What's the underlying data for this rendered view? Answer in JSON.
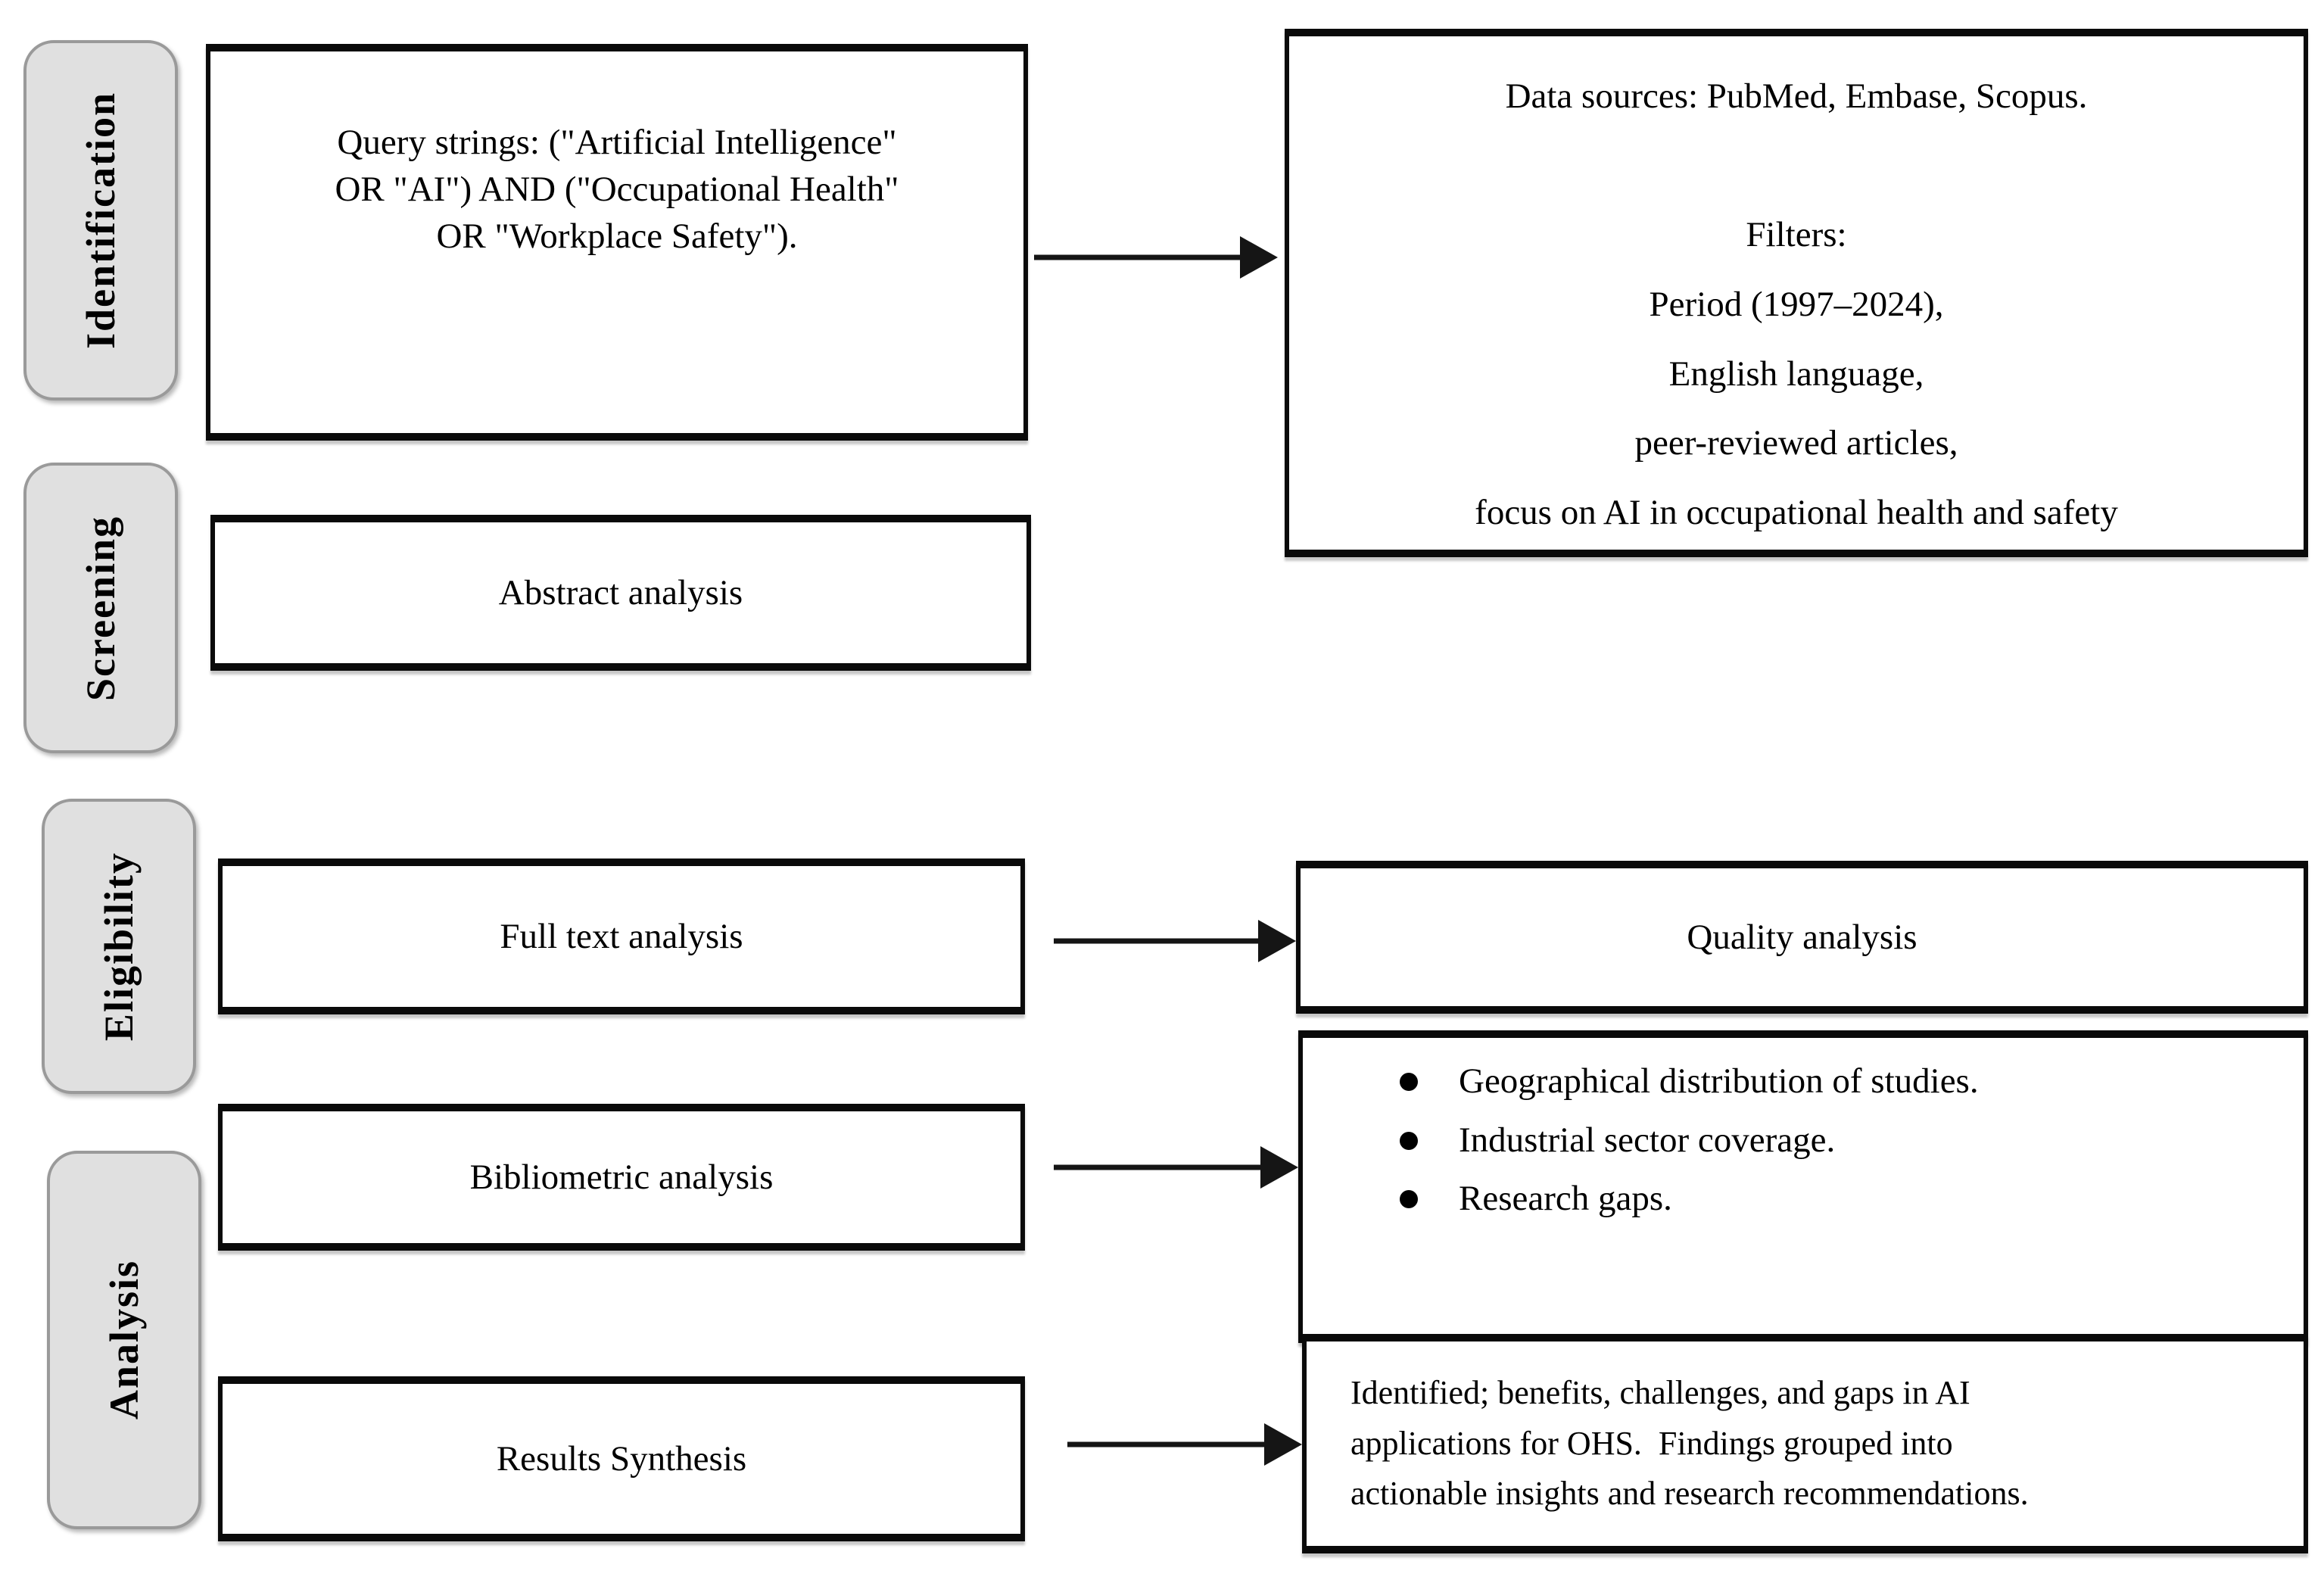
{
  "figure": {
    "stages": {
      "identification": "Identification",
      "screening": "Screening",
      "eligibility": "Eligibility",
      "analysis": "Analysis"
    },
    "process_boxes": {
      "query": "Query strings: (\"Artificial Intelligence\"\nOR \"AI\") AND (\"Occupational Health\"\nOR \"Workplace Safety\").",
      "abstract": "Abstract analysis",
      "fulltext": "Full text analysis",
      "bibliometric": "Bibliometric analysis",
      "results": "Results Synthesis"
    },
    "detail_boxes": {
      "sources": "Data sources: PubMed, Embase, Scopus.\n\nFilters:\nPeriod (1997–2024),\nEnglish language,\npeer-reviewed articles,\nfocus on AI in occupational health and safety",
      "quality": "Quality analysis",
      "outputs": [
        "Geographical distribution of studies.",
        "Industrial sector coverage.",
        "Research gaps."
      ],
      "findings": "Identified; benefits, challenges, and gaps in AI\napplications for OHS.  Findings grouped into\nactionable insights and research recommendations."
    },
    "colors": {
      "stage_fill": "#e0e0e0",
      "stage_border": "#9a9a9a",
      "box_border": "#0a0a0a",
      "text": "#000000",
      "background": "#ffffff"
    }
  }
}
